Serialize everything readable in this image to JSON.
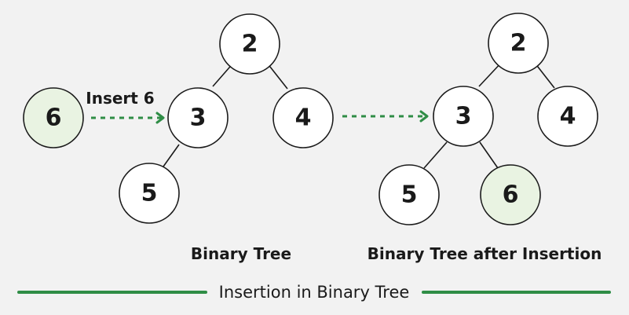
{
  "colors": {
    "background": "#f2f2f2",
    "node_fill": "#ffffff",
    "new_node_fill": "#e9f3e2",
    "stroke": "#1a1a1a",
    "accent": "#2f8d46"
  },
  "insert_node": {
    "value": "6"
  },
  "insert_label": "Insert 6",
  "tree_before": {
    "caption": "Binary Tree",
    "nodes": {
      "root": "2",
      "left": "3",
      "right": "4",
      "left_left": "5"
    }
  },
  "tree_after": {
    "caption": "Binary Tree after Insertion",
    "nodes": {
      "root": "2",
      "left": "3",
      "right": "4",
      "left_left": "5",
      "left_right": "6"
    }
  },
  "footer": {
    "title": "Insertion in Binary Tree"
  }
}
